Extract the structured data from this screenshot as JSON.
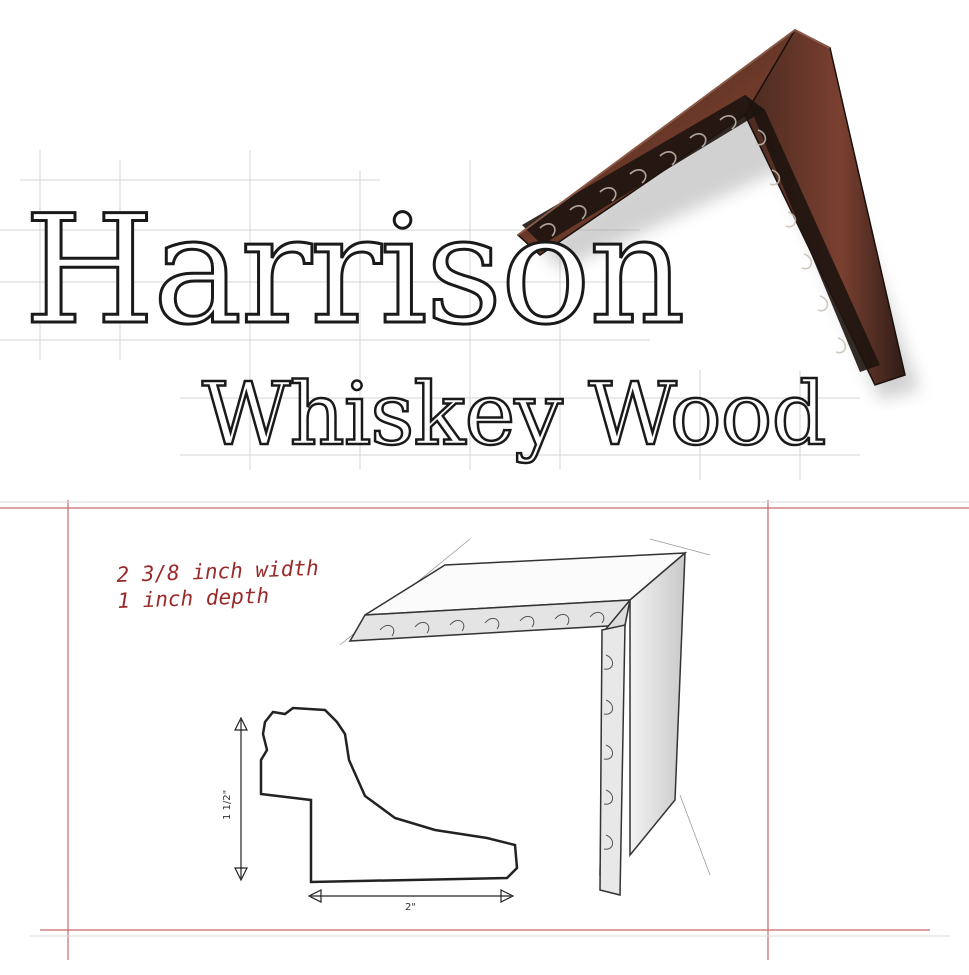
{
  "product": {
    "name": "Harrison",
    "finish": "Whiskey Wood"
  },
  "specs": {
    "width": "2 3/8 inch width",
    "depth": "1 inch depth"
  },
  "profile": {
    "height_label": "1 1/2\"",
    "width_label": "2\""
  },
  "colors": {
    "accent_red": "#9a2a2a",
    "wood_dark": "#3a2218",
    "wood_mid": "#6e3a2a",
    "outline": "#1a1a1a"
  }
}
